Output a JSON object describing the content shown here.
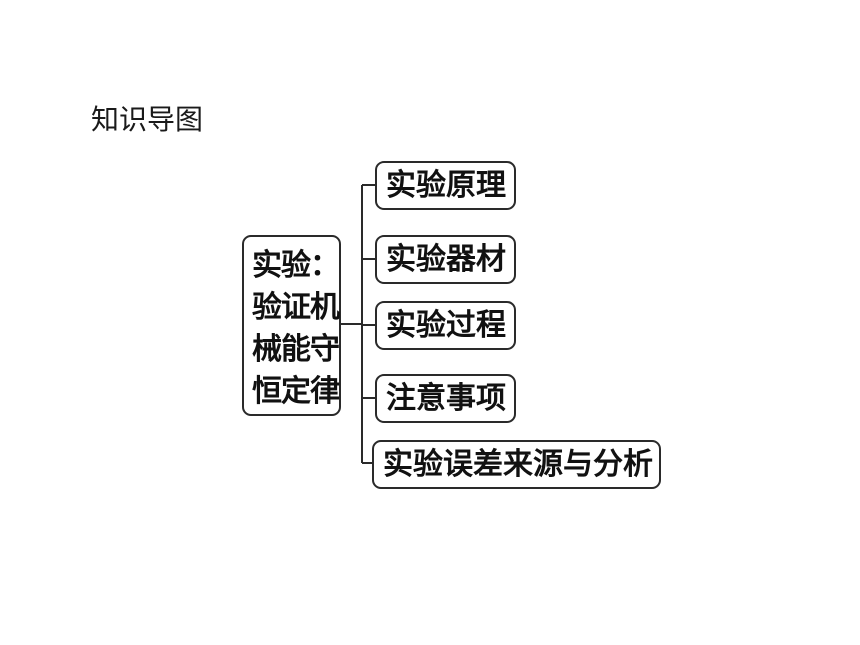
{
  "heading": "知识导图",
  "mindmap": {
    "root": {
      "lines": [
        "实验：",
        "验证机",
        "械能守",
        "恒定律"
      ]
    },
    "branches": [
      {
        "label": "实验原理"
      },
      {
        "label": "实验器材"
      },
      {
        "label": "实验过程"
      },
      {
        "label": "注意事项"
      },
      {
        "label": "实验误差来源与分析"
      }
    ]
  },
  "colors": {
    "line": "#2a2a2a",
    "text": "#111111",
    "background": "#ffffff"
  }
}
